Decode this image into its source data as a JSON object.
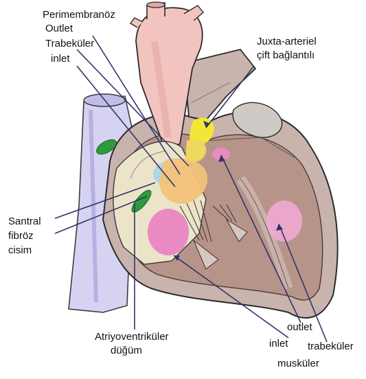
{
  "labels": {
    "perimembranoz": "Perimembranöz",
    "outlet_top": "Outlet",
    "trabekuler_top": "Trabeküler",
    "inlet_top": "inlet",
    "juxta_line1": "Juxta-arteriel",
    "juxta_line2": "çift bağlantılı",
    "santral_line1": "Santral",
    "santral_line2": "fibröz",
    "santral_line3": "cisim",
    "av_line1": "Atriyoventriküler",
    "av_line2": "düğüm",
    "outlet_bottom": "outlet",
    "inlet_bottom": "inlet",
    "trabekuler_bottom": "trabeküler",
    "muskuler": "musküler"
  },
  "colors": {
    "aorta": "#f2c4c0",
    "vena_cava": "#d6d3f2",
    "ventricle_wall": "#c9b3ad",
    "cavity": "#b7948a",
    "pink_zone": "#e98ac2",
    "yellow_zone": "#f2e636",
    "orange_zone": "#f2c27a",
    "blue_zone": "#a9d4ea",
    "green_node": "#2e9b3c",
    "pointer_line": "#2e3468"
  }
}
